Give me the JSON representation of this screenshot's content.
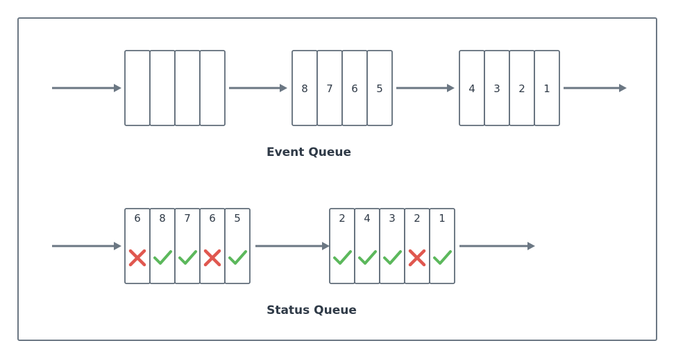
{
  "event_queue": {
    "label": "Event Queue",
    "groups": [
      {
        "cells": [
          "",
          "",
          "",
          ""
        ]
      },
      {
        "cells": [
          "8",
          "7",
          "6",
          "5"
        ]
      },
      {
        "cells": [
          "4",
          "3",
          "2",
          "1"
        ]
      }
    ]
  },
  "status_queue": {
    "label": "Status Queue",
    "groups": [
      {
        "cells": [
          {
            "value": "6",
            "status": "fail"
          },
          {
            "value": "8",
            "status": "ok"
          },
          {
            "value": "7",
            "status": "ok"
          },
          {
            "value": "6",
            "status": "fail"
          },
          {
            "value": "5",
            "status": "ok"
          }
        ]
      },
      {
        "cells": [
          {
            "value": "2",
            "status": "ok"
          },
          {
            "value": "4",
            "status": "ok"
          },
          {
            "value": "3",
            "status": "ok"
          },
          {
            "value": "2",
            "status": "fail"
          },
          {
            "value": "1",
            "status": "ok"
          }
        ]
      }
    ]
  },
  "colors": {
    "ok": "#5cb85c",
    "fail": "#e0574f",
    "line": "#6b7783"
  }
}
